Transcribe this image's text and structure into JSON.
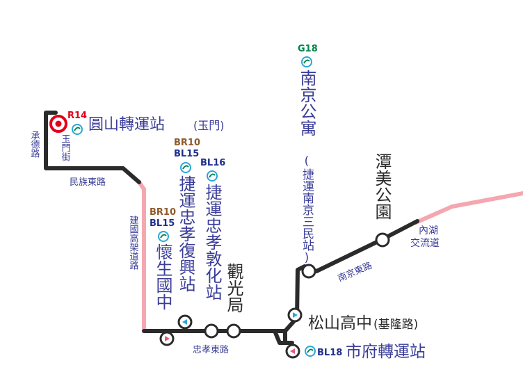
{
  "colors": {
    "route": "#2b2b2b",
    "elevated": "#f4a7b0",
    "label_blue": "#3a3d98",
    "red_line": "#e3001b",
    "brown_line": "#8e5a2b",
    "blue_line": "#1f2f8c",
    "green_line": "#00844a",
    "transfer_icon": "#2aa7d8"
  },
  "icons": [
    "transfer-icon",
    "terminus-icon",
    "station-circle-icon",
    "bus-stop-arrow-icon"
  ],
  "streets": {
    "chengde": "承德路",
    "yumen": "玉門街",
    "minzu_e": "民族東路",
    "jianguo": "建國高架道路",
    "zhongxiao_e": "忠孝東路",
    "nanjing_e": "南京東路",
    "neihu": "內湖\n交流道"
  },
  "stations": {
    "yuanshan": {
      "code": "R14",
      "name": "圓山轉運站",
      "sub": "(玉門)"
    },
    "huaisheng": {
      "codes": [
        "BR10",
        "BL15"
      ],
      "name": "懷生國中"
    },
    "zhongxiao_fuxing": {
      "codes": [
        "BR10",
        "BL15"
      ],
      "name": "捷運忠孝復興站"
    },
    "zhongxiao_dunhua": {
      "code": "BL16",
      "name": "捷運忠孝敦化站"
    },
    "guanguangju": {
      "name": "觀光局"
    },
    "nanjing_apt": {
      "code": "G18",
      "name": "南京公寓",
      "sub": "(捷運南京三民站)"
    },
    "tanmei": {
      "name": "潭美公園"
    },
    "songshan_hs": {
      "name": "松山高中",
      "sub": "(基隆路)"
    },
    "city_hall": {
      "code": "BL18",
      "name": "市府轉運站"
    }
  }
}
